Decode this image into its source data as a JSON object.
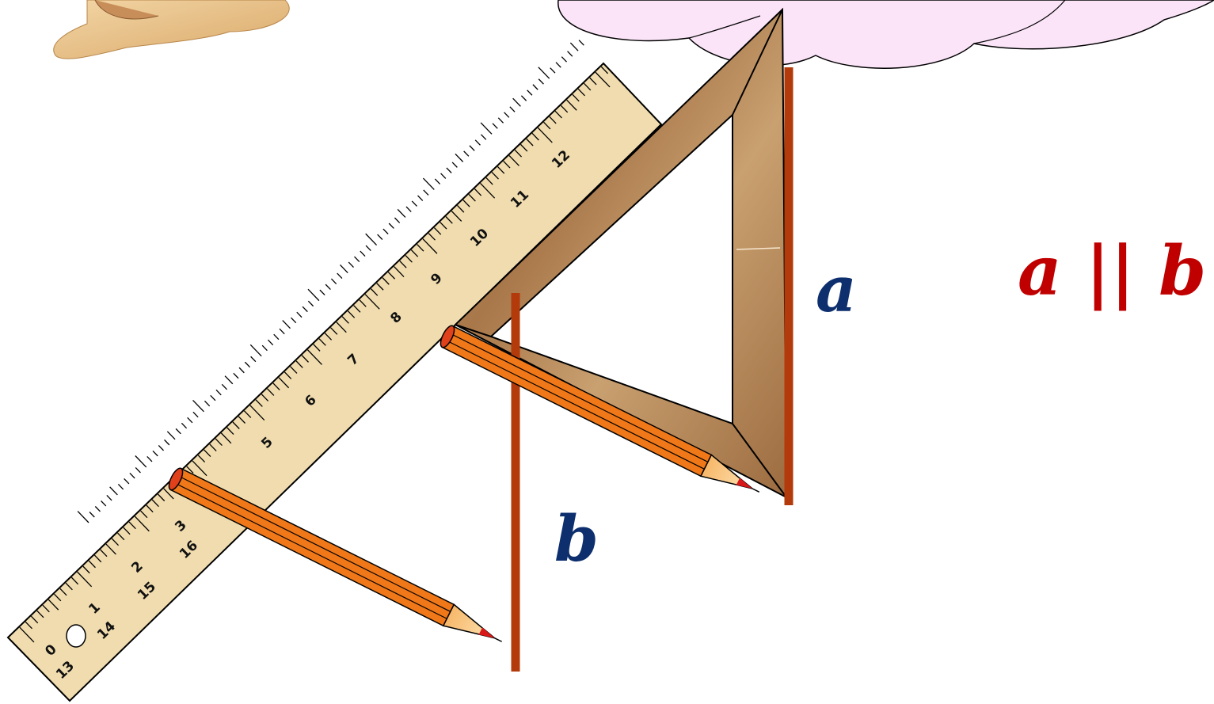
{
  "labels": {
    "line_a": "a",
    "line_b": "b",
    "relation": "a || b"
  },
  "ruler": {
    "inner_scale_numbers": [
      "0",
      "1",
      "2",
      "3",
      "5",
      "6",
      "7",
      "8",
      "9",
      "10",
      "11",
      "12"
    ],
    "outer_scale_numbers": [
      "13",
      "14",
      "15",
      "16"
    ]
  },
  "colors": {
    "line": "#b33a0a",
    "label_a": "#0d2f6e",
    "label_b": "#0d2f6e",
    "relation": "#c00000",
    "cloud": "#fbe4f8",
    "ruler": "#f0dcae",
    "wood": "#b98a5a",
    "pencil": "#f07818"
  },
  "icons": [
    "cloud-shape",
    "cartoon-hand",
    "wooden-ruler",
    "set-square-triangle",
    "pencil-icon"
  ]
}
